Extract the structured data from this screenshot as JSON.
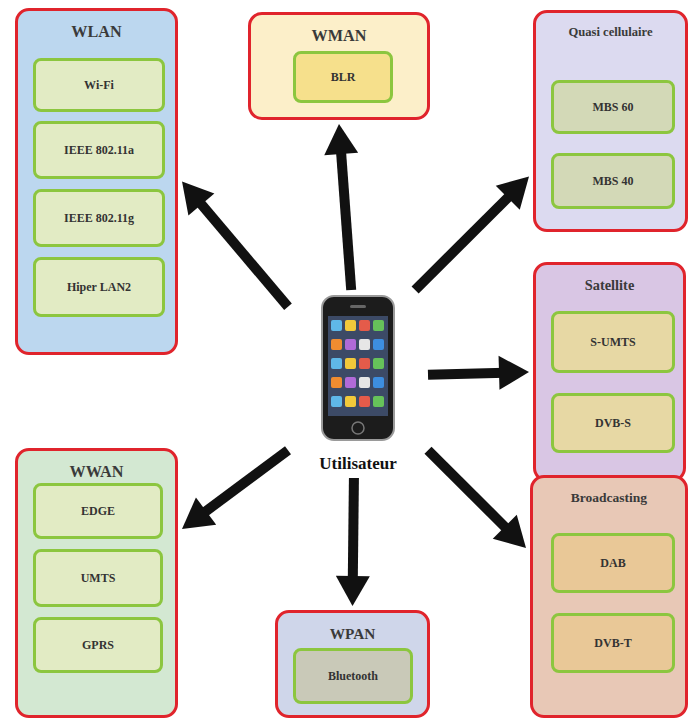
{
  "diagram": {
    "nodes": [
      {
        "text": [
          "WLAN"
        ]
      },
      {
        "text": [
          "Wi-Fi"
        ],
        "in": 0
      },
      {
        "text": [
          "IEEE 802.11a"
        ],
        "in": 0
      },
      {
        "text": [
          "IEEE 802.11g"
        ],
        "in": 0
      },
      {
        "text": [
          "Hiper LAN2"
        ],
        "in": 0
      },
      {
        "text": [
          "WMAN"
        ]
      },
      {
        "text": [
          "BLR"
        ],
        "in": 5
      },
      {
        "text": [
          "Quasi cellulaire"
        ]
      },
      {
        "text": [
          "MBS 60"
        ],
        "in": 7
      },
      {
        "text": [
          "MBS 40"
        ],
        "in": 7
      },
      {
        "text": [
          "Satellite"
        ]
      },
      {
        "text": [
          "S-UMTS"
        ],
        "in": 10
      },
      {
        "text": [
          "DVB-S"
        ],
        "in": 10
      },
      {
        "text": [
          "Utilisateur"
        ]
      },
      {
        "text": [
          "WWAN"
        ]
      },
      {
        "text": [
          "EDGE"
        ],
        "in": 14
      },
      {
        "text": [
          "UMTS"
        ],
        "in": 14
      },
      {
        "text": [
          "GPRS"
        ],
        "in": 14
      },
      {
        "text": [
          "WPAN"
        ]
      },
      {
        "text": [
          "Bluetooth"
        ],
        "in": 18
      },
      {
        "text": [
          "Broadcasting"
        ]
      },
      {
        "text": [
          "DAB"
        ],
        "in": 20
      },
      {
        "text": [
          "DVB-T"
        ],
        "in": 20
      }
    ],
    "edges": [
      {
        "from": 13,
        "to": 0,
        "arrow": "to"
      },
      {
        "from": 13,
        "to": 5,
        "arrow": "to"
      },
      {
        "from": 13,
        "to": 7,
        "arrow": "to"
      },
      {
        "from": 13,
        "to": 10,
        "arrow": "to"
      },
      {
        "from": 13,
        "to": 14,
        "arrow": "to"
      },
      {
        "from": 13,
        "to": 18,
        "arrow": "to"
      },
      {
        "from": 13,
        "to": 20,
        "arrow": "to"
      }
    ]
  }
}
